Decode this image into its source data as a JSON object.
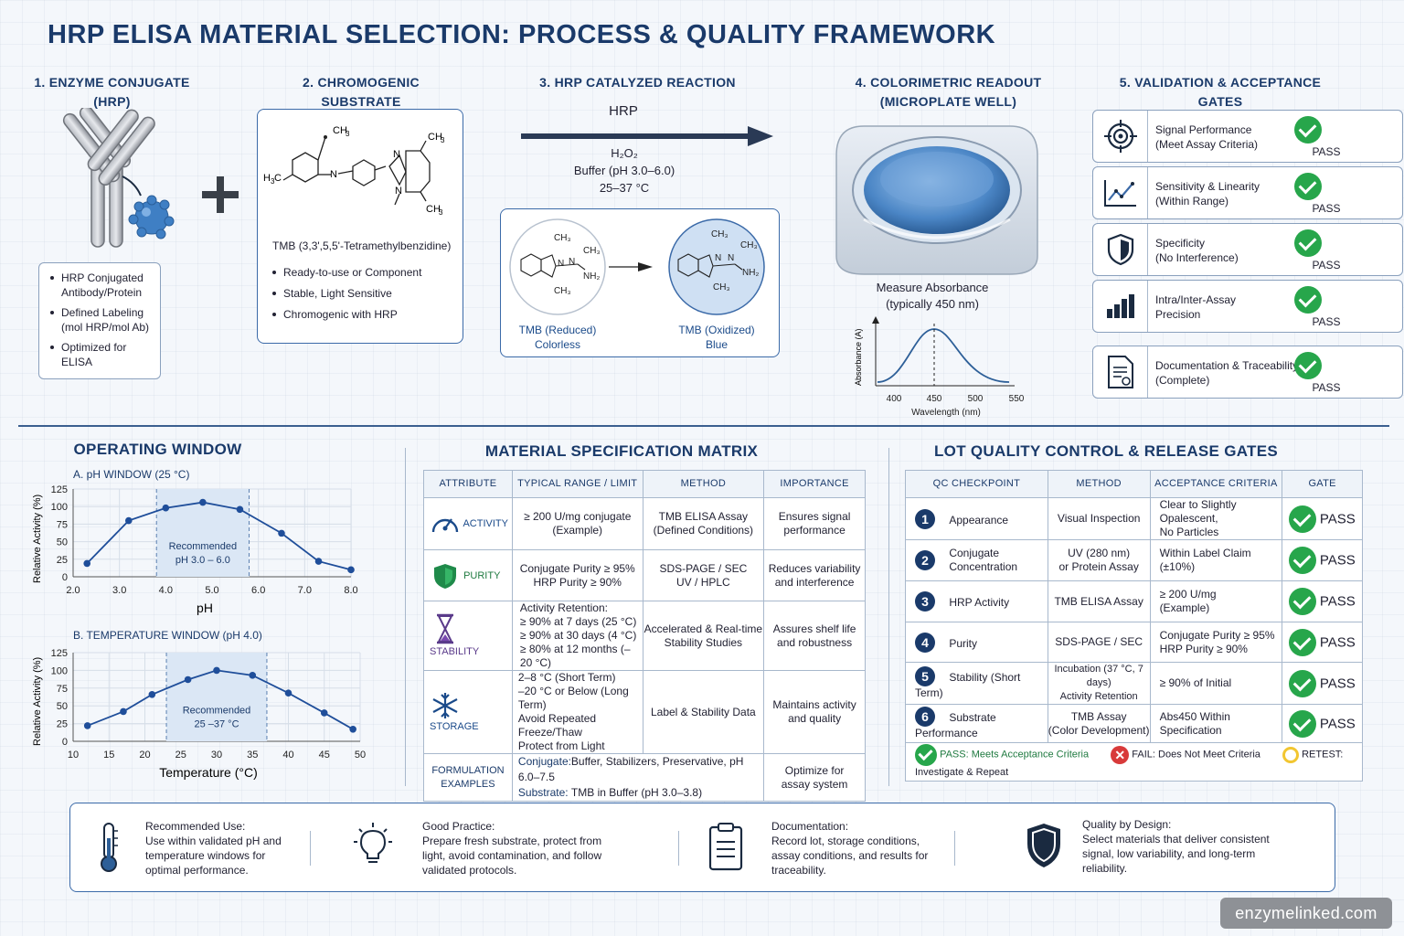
{
  "title": "HRP ELISA MATERIAL SELECTION: PROCESS & QUALITY FRAMEWORK",
  "steps": [
    {
      "line1": "1. ENZYME CONJUGATE",
      "line2": "(HRP)"
    },
    {
      "line1": "2. CHROMOGENIC SUBSTRATE",
      "line2": ""
    },
    {
      "line1": "3. HRP CATALYZED REACTION",
      "line2": ""
    },
    {
      "line1": "4. COLORIMETRIC READOUT",
      "line2": "(MICROPLATE WELL)"
    },
    {
      "line1": "5. VALIDATION & ACCEPTANCE GATES",
      "line2": ""
    }
  ],
  "conjugate_bullets": [
    "HRP Conjugated Antibody/Protein",
    "Defined Labeling (mol HRP/mol Ab)",
    "Optimized for ELISA"
  ],
  "substrate": {
    "name": "TMB",
    "full": "(3,3',5,5'-Tetramethylbenzidine)",
    "bullets": [
      "Ready-to-use or Component",
      "Stable, Light Sensitive",
      "Chromogenic with HRP"
    ],
    "atoms": {
      "ch3": "CH",
      "sub3": "3",
      "h3c": "H",
      "sub3b": "3",
      "c": "C",
      "n": "N"
    }
  },
  "reaction": {
    "enzyme": "HRP",
    "h2o2": "H₂O₂",
    "buffer": "Buffer (pH 3.0–6.0)",
    "temp": "25–37 °C",
    "reduced_l1": "TMB (Reduced)",
    "reduced_l2": "Colorless",
    "oxidized_l1": "TMB (Oxidized)",
    "oxidized_l2": "Blue",
    "atoms": {
      "ch3": "CH₃",
      "n": "N",
      "nh2": "NH₂"
    }
  },
  "readout": {
    "label1": "Measure Absorbance",
    "label2": "(typically 450 nm)",
    "ylabel": "Absorbance (A)",
    "xlabel": "Wavelength (nm)",
    "ticks": [
      "400",
      "450",
      "500",
      "550"
    ]
  },
  "gates": [
    {
      "l1": "Signal Performance",
      "l2": "(Meet Assay Criteria)",
      "status": "PASS",
      "icon": "target-icon"
    },
    {
      "l1": "Sensitivity & Linearity",
      "l2": "(Within Range)",
      "status": "PASS",
      "icon": "line-chart-icon"
    },
    {
      "l1": "Specificity",
      "l2": "(No Interference)",
      "status": "PASS",
      "icon": "shield-icon"
    },
    {
      "l1": "Intra/Inter-Assay",
      "l2": "Precision",
      "status": "PASS",
      "icon": "bar-chart-icon"
    },
    {
      "l1": "Documentation & Traceability",
      "l2": "(Complete)",
      "status": "PASS",
      "icon": "document-icon"
    }
  ],
  "operating": {
    "title": "OPERATING WINDOW",
    "ph": {
      "title": "A. pH WINDOW (25 °C)",
      "ylabel": "Relative Activity (%)",
      "xlabel": "pH",
      "rec1": "Recommended",
      "rec2": "pH 3.0 – 6.0"
    },
    "temp": {
      "title": "B. TEMPERATURE WINDOW (pH 4.0)",
      "ylabel": "Relative Activity (%)",
      "xlabel": "Temperature (°C)",
      "rec1": "Recommended",
      "rec2": "25 –37 °C"
    }
  },
  "chart_data": [
    {
      "type": "line",
      "title": "A. pH WINDOW (25 °C)",
      "xlabel": "pH",
      "ylabel": "Relative Activity (%)",
      "x": [
        2.3,
        3.2,
        4.0,
        4.8,
        5.6,
        6.5,
        7.3,
        8.0
      ],
      "values": [
        19,
        80,
        98,
        106,
        96,
        62,
        22,
        10
      ],
      "xlim": [
        2.0,
        8.0
      ],
      "ylim": [
        0,
        125
      ],
      "xticks": [
        "2.0",
        "3.0",
        "4.0",
        "5.0",
        "6.0",
        "7.0",
        "8.0"
      ],
      "yticks": [
        "0",
        "25",
        "50",
        "75",
        "100",
        "125"
      ],
      "band": [
        3.8,
        5.8
      ]
    },
    {
      "type": "line",
      "title": "B. TEMPERATURE WINDOW (pH 4.0)",
      "xlabel": "Temperature (°C)",
      "ylabel": "Relative Activity (%)",
      "x": [
        12,
        17,
        21,
        26,
        30,
        35,
        40,
        45,
        49
      ],
      "values": [
        22,
        42,
        66,
        87,
        100,
        93,
        68,
        40,
        17
      ],
      "xlim": [
        10,
        50
      ],
      "ylim": [
        0,
        125
      ],
      "xticks": [
        "10",
        "15",
        "20",
        "25",
        "30",
        "35",
        "40",
        "45",
        "50"
      ],
      "yticks": [
        "0",
        "25",
        "50",
        "75",
        "100",
        "125"
      ],
      "band": [
        23,
        37
      ]
    }
  ],
  "matrix": {
    "title": "MATERIAL SPECIFICATION MATRIX",
    "headers": [
      "ATTRIBUTE",
      "TYPICAL RANGE / LIMIT",
      "METHOD",
      "IMPORTANCE"
    ],
    "rows": [
      {
        "attr": "ACTIVITY",
        "range": [
          "≥ 200 U/mg conjugate",
          "(Example)"
        ],
        "method": [
          "TMB ELISA Assay",
          "(Defined Conditions)"
        ],
        "imp": [
          "Ensures signal",
          "performance"
        ]
      },
      {
        "attr": "PURITY",
        "range": [
          "Conjugate Purity ≥ 95%",
          "HRP Purity ≥ 90%"
        ],
        "method": [
          "SDS-PAGE / SEC",
          "UV / HPLC"
        ],
        "imp": [
          "Reduces variability",
          "and interference"
        ]
      },
      {
        "attr": "STABILITY",
        "range": [
          "Activity Retention:",
          "≥ 90% at 7 days (25 °C)",
          "≥ 90% at 30 days (4 °C)",
          "≥ 80% at 12 months (–20 °C)"
        ],
        "method": [
          "Accelerated & Real-time",
          "Stability Studies"
        ],
        "imp": [
          "Assures shelf life",
          "and robustness"
        ]
      },
      {
        "attr": "STORAGE",
        "range": [
          "2–8 °C (Short Term)",
          "–20 °C or Below (Long Term)",
          "Avoid Repeated Freeze/Thaw",
          "Protect from Light"
        ],
        "method": [
          "Label & Stability Data"
        ],
        "imp": [
          "Maintains activity",
          "and quality"
        ]
      }
    ],
    "formulation": {
      "attr1": "FORMULATION",
      "attr2": "EXAMPLES",
      "conj_k": "Conjugate:",
      "conj_v": "Buffer, Stabilizers, Preservative, pH 6.0–7.5",
      "sub_k": "Substrate:",
      "sub_v": "TMB in Buffer (pH 3.0–3.8)",
      "imp": [
        "Optimize for",
        "assay system"
      ]
    }
  },
  "qc": {
    "title": "LOT QUALITY CONTROL & RELEASE GATES",
    "headers": [
      "QC CHECKPOINT",
      "METHOD",
      "ACCEPTANCE CRITERIA",
      "GATE"
    ],
    "rows": [
      {
        "n": "1",
        "cp": "Appearance",
        "method": [
          "Visual Inspection"
        ],
        "crit": [
          "Clear to Slightly Opalescent,",
          "No Particles"
        ],
        "gate": "PASS"
      },
      {
        "n": "2",
        "cp": "Conjugate Concentration",
        "method": [
          "UV (280 nm)",
          "or Protein Assay"
        ],
        "crit": [
          "Within Label Claim",
          "(±10%)"
        ],
        "gate": "PASS"
      },
      {
        "n": "3",
        "cp": "HRP Activity",
        "method": [
          "TMB ELISA Assay"
        ],
        "crit": [
          "≥ 200 U/mg",
          "(Example)"
        ],
        "gate": "PASS"
      },
      {
        "n": "4",
        "cp": "Purity",
        "method": [
          "SDS-PAGE / SEC"
        ],
        "crit": [
          "Conjugate Purity ≥ 95%",
          "HRP Purity ≥ 90%"
        ],
        "gate": "PASS"
      },
      {
        "n": "5",
        "cp": "Stability (Short Term)",
        "method": [
          "Incubation (37 °C, 7 days)",
          "Activity Retention"
        ],
        "crit": [
          "≥ 90% of Initial"
        ],
        "gate": "PASS"
      },
      {
        "n": "6",
        "cp": "Substrate Performance",
        "method": [
          "TMB Assay",
          "(Color Development)"
        ],
        "crit": [
          "Abs450 Within",
          "Specification"
        ],
        "gate": "PASS"
      }
    ],
    "legend": {
      "pass_k": "PASS:",
      "pass_v": "Meets Acceptance Criteria",
      "fail_k": "FAIL:",
      "fail_v": "Does Not Meet Criteria",
      "retest_k": "RETEST:",
      "retest_v": "Investigate & Repeat"
    }
  },
  "footer": [
    {
      "title": "Recommended Use:",
      "text": [
        "Use within validated pH and",
        "temperature windows for",
        "optimal performance."
      ],
      "icon": "thermometer-icon"
    },
    {
      "title": "Good Practice:",
      "text": [
        "Prepare fresh substrate, protect from",
        "light, avoid contamination, and follow",
        "validated protocols."
      ],
      "icon": "lightbulb-icon"
    },
    {
      "title": "Documentation:",
      "text": [
        "Record lot, storage conditions,",
        "assay conditions, and results for",
        "traceability."
      ],
      "icon": "clipboard-icon"
    },
    {
      "title": "Quality by Design:",
      "text": [
        "Select materials that deliver consistent",
        "signal, low variability, and long-term",
        "reliability."
      ],
      "icon": "shield-icon"
    }
  ],
  "watermark": "enzymelinked.com",
  "colors": {
    "navy": "#1a3a6a",
    "accent": "#3b6aa8",
    "pass": "#27a64b",
    "fail": "#d83a3a",
    "retest": "#f2c631",
    "band": "#dbe7f5"
  }
}
